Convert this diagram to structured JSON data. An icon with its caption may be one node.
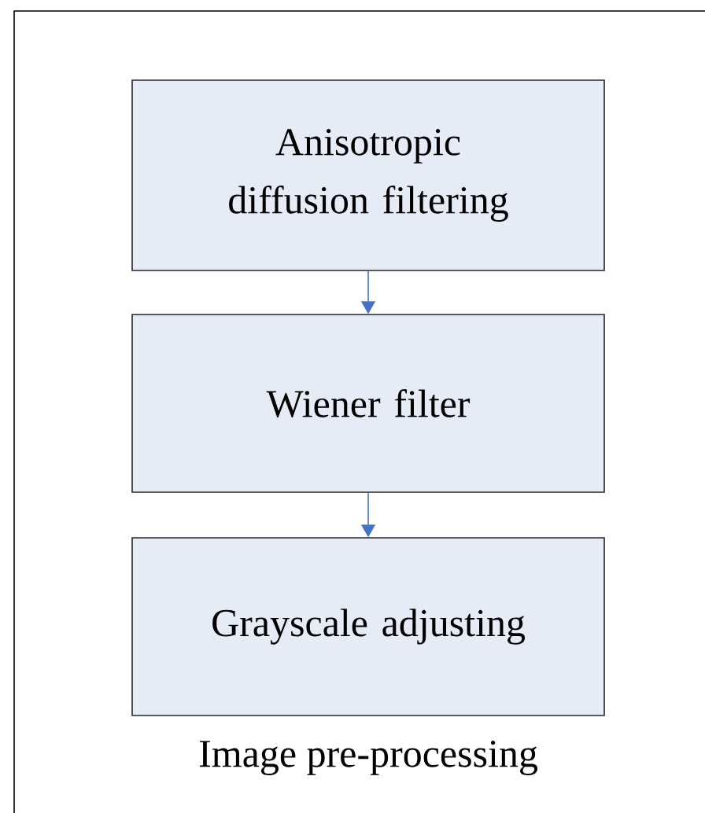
{
  "diagram": {
    "nodes": [
      {
        "text": [
          "Image pre-processing"
        ]
      },
      {
        "text": [
          "Anisotropic diffusion filtering"
        ],
        "in": 0
      },
      {
        "text": [
          "Wiener filter"
        ],
        "in": 0
      },
      {
        "text": [
          "Grayscale adjusting"
        ],
        "in": 0
      }
    ],
    "edges": [
      {
        "from": 1,
        "to": 2,
        "arrow": "to"
      },
      {
        "from": 2,
        "to": 3,
        "arrow": "to"
      }
    ]
  }
}
